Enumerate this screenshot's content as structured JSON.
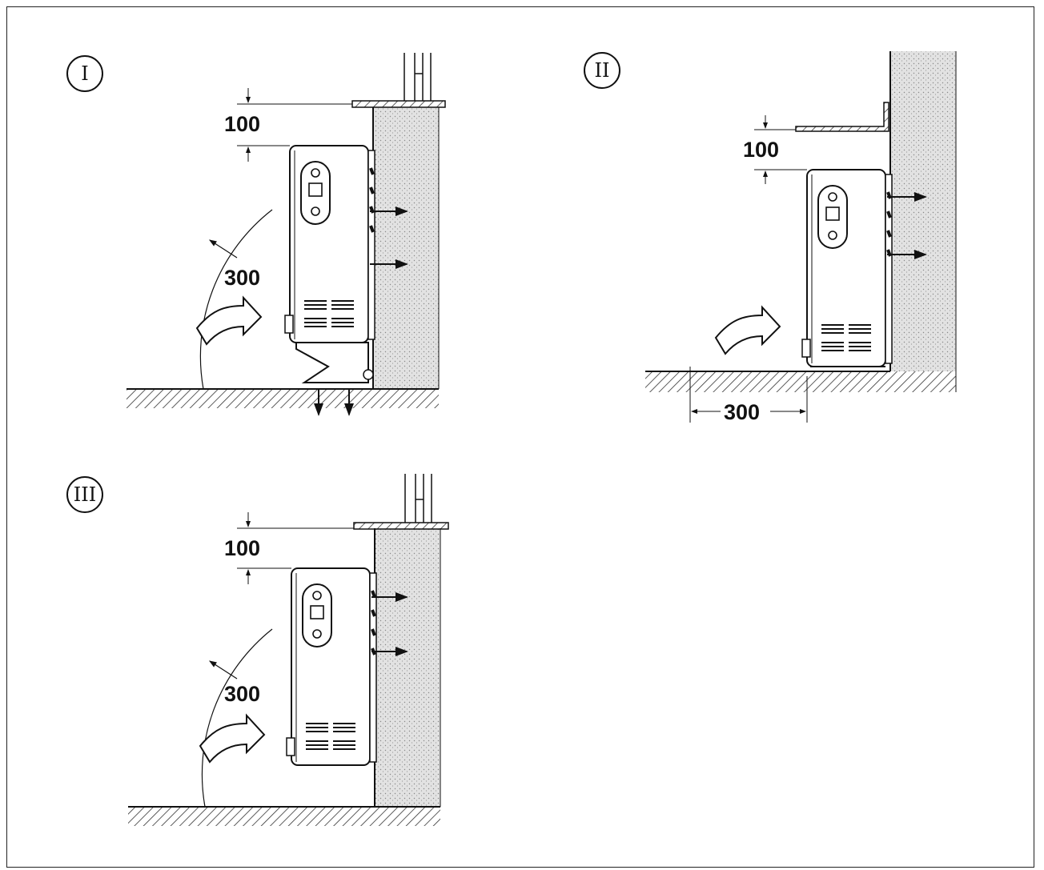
{
  "panels": [
    {
      "id": "I",
      "label": "I",
      "clearance_top": "100",
      "clearance_side": "300"
    },
    {
      "id": "II",
      "label": "II",
      "clearance_top": "100",
      "clearance_side": "300"
    },
    {
      "id": "III",
      "label": "III",
      "clearance_top": "100",
      "clearance_side": "300"
    }
  ],
  "colors": {
    "line": "#111111",
    "hatch": "#444444",
    "wall_fill": "#d9d9d9"
  }
}
